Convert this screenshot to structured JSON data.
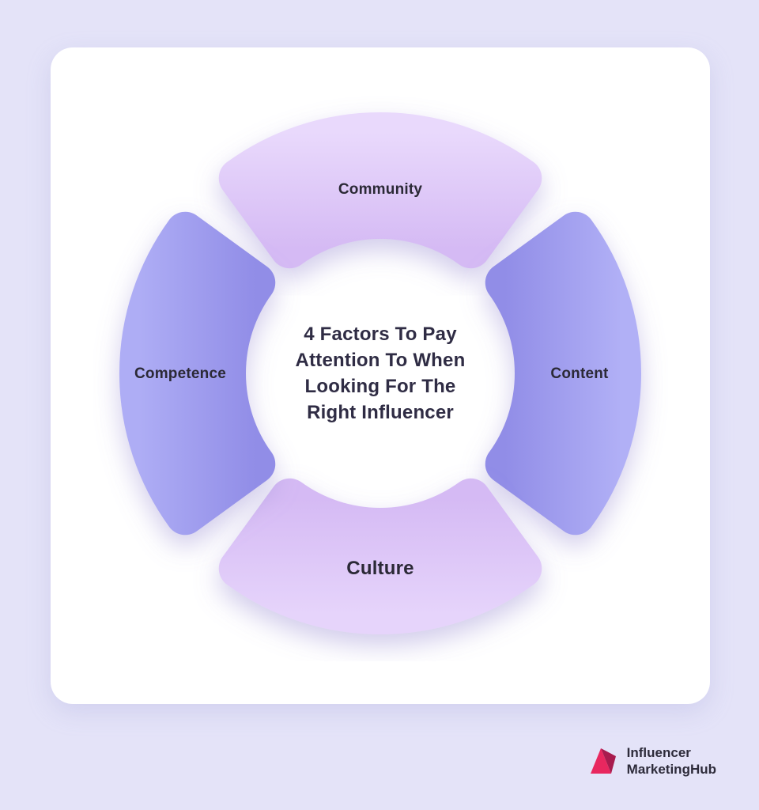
{
  "page": {
    "background_color": "#e4e3f8",
    "card_color": "#ffffff"
  },
  "diagram": {
    "center_title_lines": [
      "4 Factors To Pay",
      "Attention To When",
      "Looking For The",
      "Right Influencer"
    ],
    "segments": [
      {
        "label": "Community",
        "position": "top",
        "color_inner": "#d5baf4",
        "color_outer": "#e9d9fc"
      },
      {
        "label": "Content",
        "position": "right",
        "color_inner": "#918de7",
        "color_outer": "#b1b0f6"
      },
      {
        "label": "Culture",
        "position": "bottom",
        "color_inner": "#d5baf4",
        "color_outer": "#e6d4fb"
      },
      {
        "label": "Competence",
        "position": "left",
        "color_inner": "#918de7",
        "color_outer": "#aeadf5"
      }
    ],
    "title_color": "#2f2c44",
    "label_color": "#2b2936"
  },
  "logo": {
    "line1": "Influencer",
    "line2": "MarketingHub",
    "icon_color_primary": "#e8275f",
    "icon_color_dark": "#a81b4e"
  }
}
